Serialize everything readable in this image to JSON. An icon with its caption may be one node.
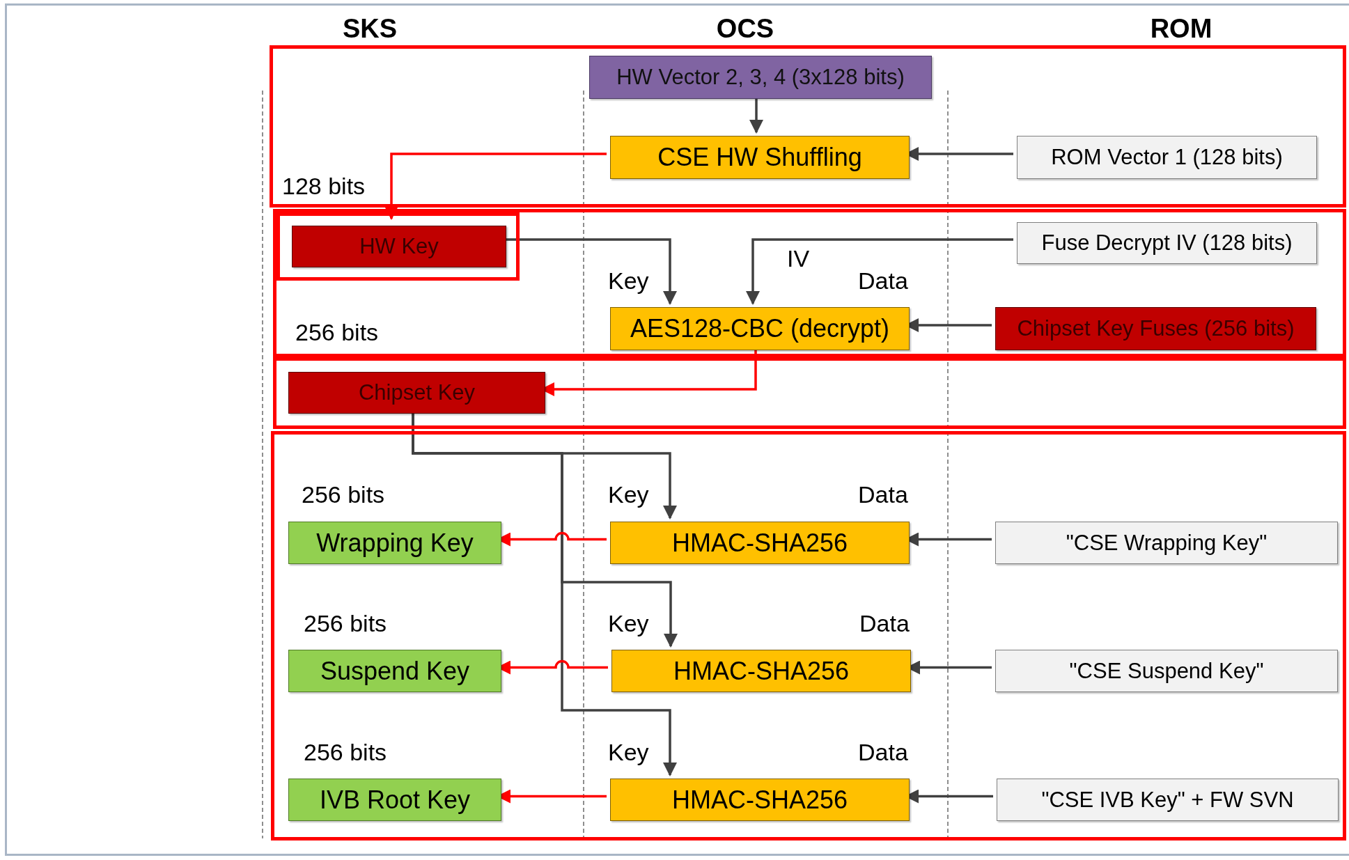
{
  "diagram": {
    "nodes": [
      {
        "text": [],
        "shape": "box"
      },
      {
        "text": [
          "HW Vector 2, 3, 4 (3x128 bits)"
        ],
        "in": 0
      },
      {
        "text": [
          "CSE HW Shuffling"
        ],
        "in": 0
      },
      {
        "text": [
          "ROM Vector 1 (128 bits)"
        ],
        "in": 0
      },
      {
        "text": [],
        "shape": "box"
      },
      {
        "text": [],
        "shape": "box",
        "in": 4
      },
      {
        "text": [
          "HW Key"
        ],
        "in": 5,
        "beside": [
          "128 bits"
        ]
      },
      {
        "text": [
          "Fuse Decrypt IV (128 bits)"
        ],
        "in": 4
      },
      {
        "text": [
          "AES128-CBC (decrypt)"
        ],
        "in": 4
      },
      {
        "text": [
          "Chipset Key Fuses (256 bits)"
        ],
        "in": 4
      },
      {
        "text": [],
        "shape": "box"
      },
      {
        "text": [
          "Chipset Key"
        ],
        "in": 10,
        "beside": [
          "256 bits"
        ]
      },
      {
        "text": [],
        "shape": "box"
      },
      {
        "text": [
          "Wrapping Key"
        ],
        "in": 12,
        "beside": [
          "256 bits"
        ]
      },
      {
        "text": [
          "HMAC-SHA256"
        ],
        "in": 12
      },
      {
        "text": [
          "\"CSE Wrapping Key\""
        ],
        "in": 12
      },
      {
        "text": [
          "Suspend Key"
        ],
        "in": 12,
        "beside": [
          "256 bits"
        ]
      },
      {
        "text": [
          "HMAC-SHA256"
        ],
        "in": 12
      },
      {
        "text": [
          "\"CSE Suspend Key\""
        ],
        "in": 12
      },
      {
        "text": [
          "IVB Root Key"
        ],
        "in": 12,
        "beside": [
          "256 bits"
        ]
      },
      {
        "text": [
          "HMAC-SHA256"
        ],
        "in": 12
      },
      {
        "text": [
          "\"CSE IVB Key\" + FW SVN"
        ],
        "in": 12
      }
    ],
    "edges": [
      {
        "from": 1,
        "to": 2,
        "arrow": "to"
      },
      {
        "from": 3,
        "to": 2,
        "arrow": "to"
      },
      {
        "from": 2,
        "to": 6,
        "arrow": "to",
        "color": "#ff0000"
      },
      {
        "from": 6,
        "to": 8,
        "arrow": "to",
        "label": "Key"
      },
      {
        "from": 7,
        "to": 8,
        "arrow": "to",
        "label": "IV"
      },
      {
        "from": 9,
        "to": 8,
        "arrow": "to",
        "label": "Data"
      },
      {
        "from": 8,
        "to": 11,
        "arrow": "to",
        "color": "#ff0000"
      },
      {
        "from": 11,
        "to": 14,
        "arrow": "to",
        "label": "Key"
      },
      {
        "from": 11,
        "to": 17,
        "arrow": "to",
        "label": "Key"
      },
      {
        "from": 11,
        "to": 20,
        "arrow": "to",
        "label": "Key"
      },
      {
        "from": 15,
        "to": 14,
        "arrow": "to",
        "label": "Data"
      },
      {
        "from": 18,
        "to": 17,
        "arrow": "to",
        "label": "Data"
      },
      {
        "from": 21,
        "to": 20,
        "arrow": "to",
        "label": "Data"
      },
      {
        "from": 14,
        "to": 13,
        "arrow": "to",
        "color": "#ff0000"
      },
      {
        "from": 17,
        "to": 16,
        "arrow": "to",
        "color": "#ff0000"
      },
      {
        "from": 20,
        "to": 19,
        "arrow": "to",
        "color": "#ff0000"
      }
    ],
    "labels": [
      "SKS",
      "OCS",
      "ROM"
    ]
  }
}
